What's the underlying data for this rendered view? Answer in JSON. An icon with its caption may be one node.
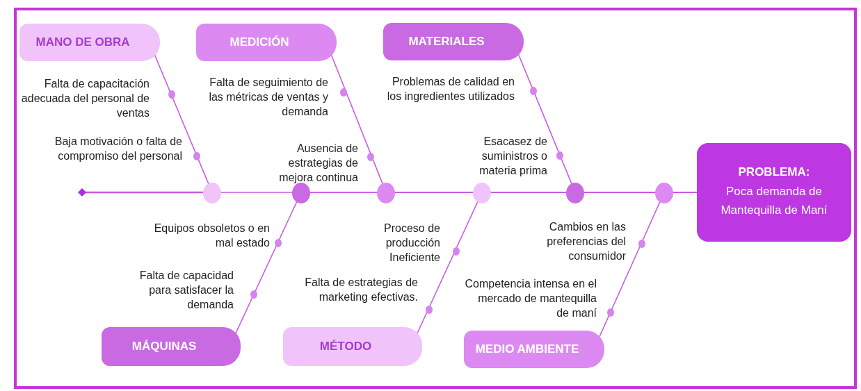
{
  "diagram": {
    "nodes": [
      {
        "text": [
          "MANO DE OBRA"
        ]
      },
      {
        "text": [
          "MEDICIÓN"
        ]
      },
      {
        "text": [
          "MATERIALES"
        ]
      },
      {
        "text": [
          "MÁQUINAS"
        ]
      },
      {
        "text": [
          "MÉTODO"
        ]
      },
      {
        "text": [
          "MEDIO AMBIENTE"
        ]
      },
      {
        "text": [
          "PROBLEMA:",
          "Poca demanda de Mantequilla de Maní"
        ]
      }
    ],
    "edges": [
      {
        "from": 0,
        "to": 6,
        "arrow": "none"
      },
      {
        "from": 1,
        "to": 6,
        "arrow": "none"
      },
      {
        "from": 2,
        "to": 6,
        "arrow": "none"
      },
      {
        "from": 3,
        "to": 6,
        "arrow": "none"
      },
      {
        "from": 4,
        "to": 6,
        "arrow": "none"
      },
      {
        "from": 5,
        "to": 6,
        "arrow": "none"
      }
    ],
    "labels": [
      "Falta de capacitación adecuada del personal de ventas",
      "Baja motivación o falta de compromiso del personal",
      "Falta de seguimiento de las métricas de ventas y demanda",
      "Ausencia de estrategias de mejora continua",
      "Problemas de calidad en los ingredientes utilizados",
      "Esacasez de suministros o materia prima",
      "Equipos obsoletos o en mal estado",
      "Falta de capacidad para satisfacer la demanda",
      "Proceso de producción Ineficiente",
      "Falta de estrategias de marketing efectivas.",
      "Cambios en las preferencias del consumidor",
      "Competencia intensa en el mercado de mantequilla de maní"
    ]
  }
}
